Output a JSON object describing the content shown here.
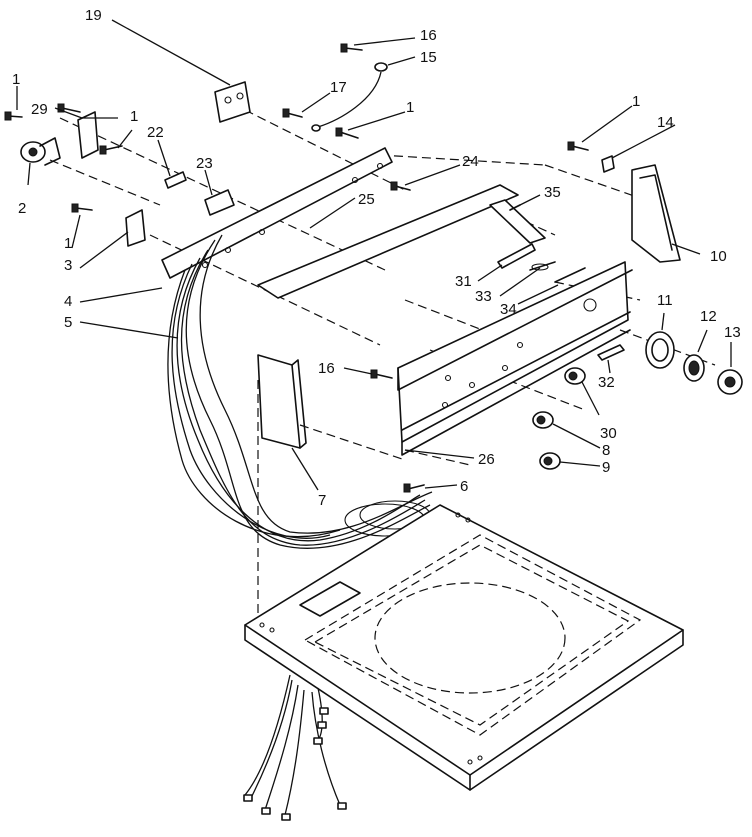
{
  "callouts": [
    {
      "id": "c1a",
      "text": "1"
    },
    {
      "id": "c29",
      "text": "29"
    },
    {
      "id": "c1b",
      "text": "1"
    },
    {
      "id": "c2",
      "text": "2"
    },
    {
      "id": "c22",
      "text": "22"
    },
    {
      "id": "c23",
      "text": "23"
    },
    {
      "id": "c19",
      "text": "19"
    },
    {
      "id": "c16a",
      "text": "16"
    },
    {
      "id": "c15",
      "text": "15"
    },
    {
      "id": "c17",
      "text": "17"
    },
    {
      "id": "c1c",
      "text": "1"
    },
    {
      "id": "c1d",
      "text": "1"
    },
    {
      "id": "c14",
      "text": "14"
    },
    {
      "id": "c24",
      "text": "24"
    },
    {
      "id": "c35",
      "text": "35"
    },
    {
      "id": "c25",
      "text": "25"
    },
    {
      "id": "c10",
      "text": "10"
    },
    {
      "id": "c1e",
      "text": "1"
    },
    {
      "id": "c3",
      "text": "3"
    },
    {
      "id": "c4",
      "text": "4"
    },
    {
      "id": "c5",
      "text": "5"
    },
    {
      "id": "c31",
      "text": "31"
    },
    {
      "id": "c33",
      "text": "33"
    },
    {
      "id": "c34",
      "text": "34"
    },
    {
      "id": "c11",
      "text": "11"
    },
    {
      "id": "c12",
      "text": "12"
    },
    {
      "id": "c13",
      "text": "13"
    },
    {
      "id": "c16b",
      "text": "16"
    },
    {
      "id": "c32",
      "text": "32"
    },
    {
      "id": "c30",
      "text": "30"
    },
    {
      "id": "c8",
      "text": "8"
    },
    {
      "id": "c26",
      "text": "26"
    },
    {
      "id": "c9",
      "text": "9"
    },
    {
      "id": "c6",
      "text": "6"
    },
    {
      "id": "c7",
      "text": "7"
    }
  ]
}
